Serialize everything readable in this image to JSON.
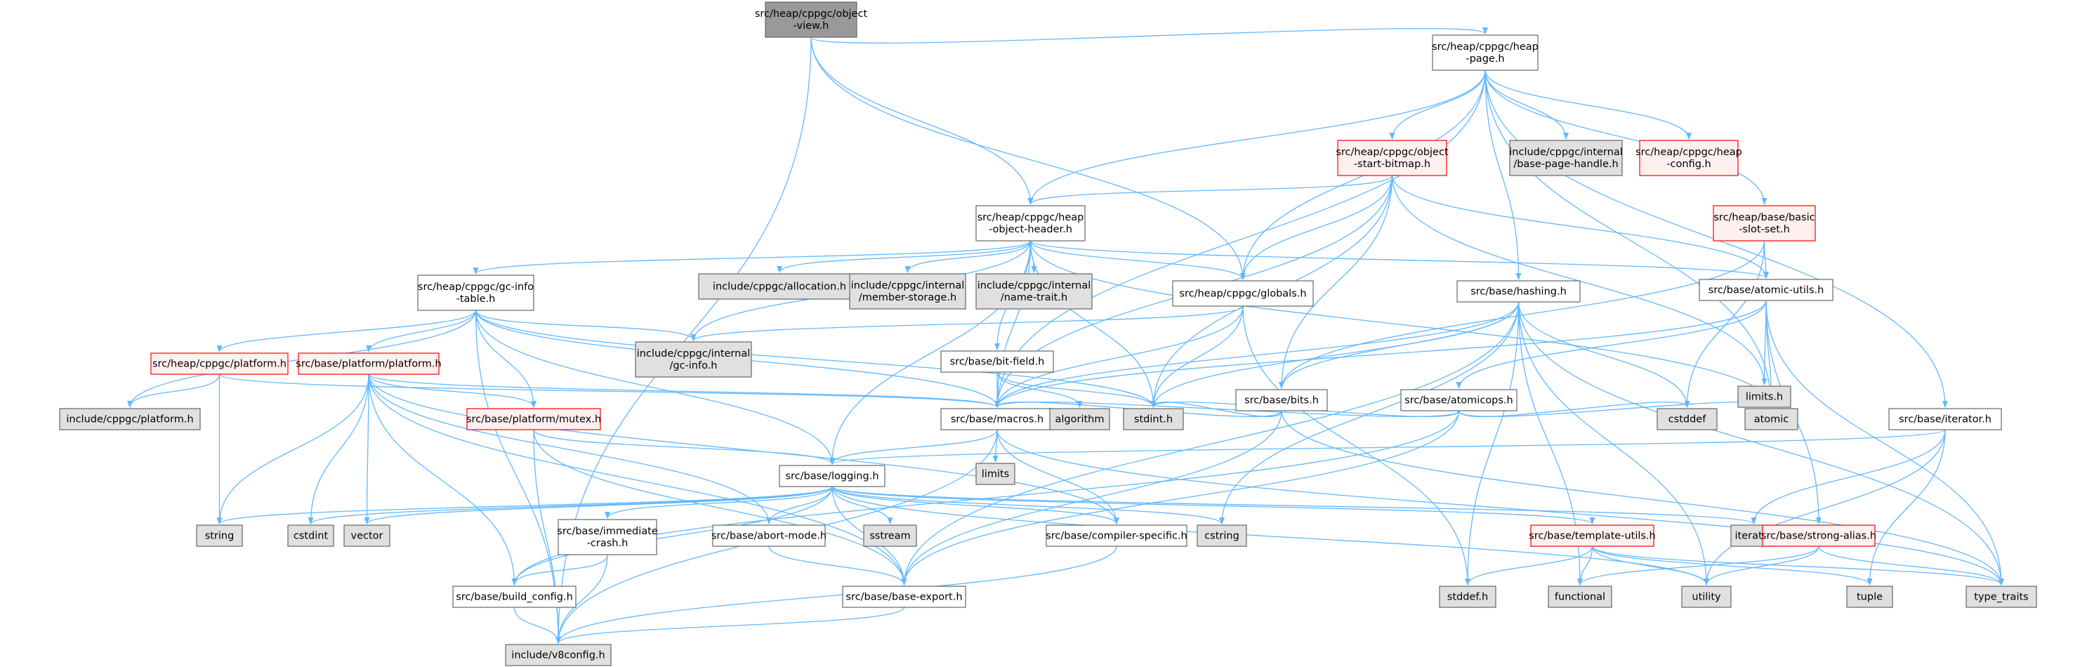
{
  "colors": {
    "edge": "#63b8ff",
    "edge_red": "#fa8072",
    "box_border": "#666666",
    "box_red_border": "#ff0000",
    "fill_root": "#999999",
    "fill_normal": "#ffffff",
    "fill_system": "#e0e0e0",
    "fill_red": "#fff0f0"
  },
  "nodes": [
    {
      "id": "object_view",
      "style": "root",
      "lines": [
        "src/heap/cppgc/object",
        "-view.h"
      ]
    },
    {
      "id": "heap_page",
      "style": "normal",
      "lines": [
        "src/heap/cppgc/heap",
        "-page.h"
      ]
    },
    {
      "id": "object_start_bitmap",
      "style": "red",
      "lines": [
        "src/heap/cppgc/object",
        "-start-bitmap.h"
      ]
    },
    {
      "id": "base_page_handle",
      "style": "system",
      "lines": [
        "include/cppgc/internal",
        "/base-page-handle.h"
      ]
    },
    {
      "id": "heap_config",
      "style": "red",
      "lines": [
        "src/heap/cppgc/heap",
        "-config.h"
      ]
    },
    {
      "id": "basic_slot_set",
      "style": "red",
      "lines": [
        "src/heap/base/basic",
        "-slot-set.h"
      ]
    },
    {
      "id": "heap_object_header",
      "style": "normal",
      "lines": [
        "src/heap/cppgc/heap",
        "-object-header.h"
      ]
    },
    {
      "id": "allocation",
      "style": "system",
      "lines": [
        "include/cppgc/allocation.h"
      ]
    },
    {
      "id": "member_storage",
      "style": "system",
      "lines": [
        "include/cppgc/internal",
        "/member-storage.h"
      ]
    },
    {
      "id": "name_trait",
      "style": "system",
      "lines": [
        "include/cppgc/internal",
        "/name-trait.h"
      ]
    },
    {
      "id": "gc_info_table",
      "style": "normal",
      "lines": [
        "src/heap/cppgc/gc-info",
        "-table.h"
      ]
    },
    {
      "id": "globals",
      "style": "normal",
      "lines": [
        "src/heap/cppgc/globals.h"
      ]
    },
    {
      "id": "hashing",
      "style": "normal",
      "lines": [
        "src/base/hashing.h"
      ]
    },
    {
      "id": "atomic_utils",
      "style": "normal",
      "lines": [
        "src/base/atomic-utils.h"
      ]
    },
    {
      "id": "cppgc_platform",
      "style": "red",
      "lines": [
        "src/heap/cppgc/platform.h"
      ]
    },
    {
      "id": "base_platform",
      "style": "red",
      "lines": [
        "src/base/platform/platform.h"
      ]
    },
    {
      "id": "gc_info",
      "style": "system",
      "lines": [
        "include/cppgc/internal",
        "/gc-info.h"
      ]
    },
    {
      "id": "bit_field",
      "style": "normal",
      "lines": [
        "src/base/bit-field.h"
      ]
    },
    {
      "id": "bits",
      "style": "normal",
      "lines": [
        "src/base/bits.h"
      ]
    },
    {
      "id": "atomicops",
      "style": "normal",
      "lines": [
        "src/base/atomicops.h"
      ]
    },
    {
      "id": "limits_h",
      "style": "system",
      "lines": [
        "limits.h"
      ]
    },
    {
      "id": "include_platform",
      "style": "system",
      "lines": [
        "include/cppgc/platform.h"
      ]
    },
    {
      "id": "mutex",
      "style": "red",
      "lines": [
        "src/base/platform/mutex.h"
      ]
    },
    {
      "id": "macros",
      "style": "normal",
      "lines": [
        "src/base/macros.h"
      ]
    },
    {
      "id": "algorithm",
      "style": "system",
      "lines": [
        "algorithm"
      ]
    },
    {
      "id": "stdint",
      "style": "system",
      "lines": [
        "stdint.h"
      ]
    },
    {
      "id": "cstddef",
      "style": "system",
      "lines": [
        "cstddef"
      ]
    },
    {
      "id": "atomic",
      "style": "system",
      "lines": [
        "atomic"
      ]
    },
    {
      "id": "iterator_h",
      "style": "normal",
      "lines": [
        "src/base/iterator.h"
      ]
    },
    {
      "id": "limits",
      "style": "system",
      "lines": [
        "limits"
      ]
    },
    {
      "id": "logging",
      "style": "normal",
      "lines": [
        "src/base/logging.h"
      ]
    },
    {
      "id": "string",
      "style": "system",
      "lines": [
        "string"
      ]
    },
    {
      "id": "cstdint",
      "style": "system",
      "lines": [
        "cstdint"
      ]
    },
    {
      "id": "vector",
      "style": "system",
      "lines": [
        "vector"
      ]
    },
    {
      "id": "immediate_crash",
      "style": "normal",
      "lines": [
        "src/base/immediate",
        "-crash.h"
      ]
    },
    {
      "id": "abort_mode",
      "style": "normal",
      "lines": [
        "src/base/abort-mode.h"
      ]
    },
    {
      "id": "sstream",
      "style": "system",
      "lines": [
        "sstream"
      ]
    },
    {
      "id": "compiler_specific",
      "style": "normal",
      "lines": [
        "src/base/compiler-specific.h"
      ]
    },
    {
      "id": "cstring",
      "style": "system",
      "lines": [
        "cstring"
      ]
    },
    {
      "id": "template_utils",
      "style": "red",
      "lines": [
        "src/base/template-utils.h"
      ]
    },
    {
      "id": "iterator",
      "style": "system",
      "lines": [
        "iterator"
      ]
    },
    {
      "id": "strong_alias",
      "style": "red",
      "lines": [
        "src/base/strong-alias.h"
      ]
    },
    {
      "id": "build_config",
      "style": "normal",
      "lines": [
        "src/base/build_config.h"
      ]
    },
    {
      "id": "base_export",
      "style": "normal",
      "lines": [
        "src/base/base-export.h"
      ]
    },
    {
      "id": "stddef",
      "style": "system",
      "lines": [
        "stddef.h"
      ]
    },
    {
      "id": "functional",
      "style": "system",
      "lines": [
        "functional"
      ]
    },
    {
      "id": "utility",
      "style": "system",
      "lines": [
        "utility"
      ]
    },
    {
      "id": "tuple",
      "style": "system",
      "lines": [
        "tuple"
      ]
    },
    {
      "id": "type_traits",
      "style": "system",
      "lines": [
        "type_traits"
      ]
    },
    {
      "id": "v8config",
      "style": "system",
      "lines": [
        "include/v8config.h"
      ]
    }
  ],
  "edges": [
    [
      "object_view",
      "heap_page"
    ],
    [
      "object_view",
      "heap_object_header"
    ],
    [
      "object_view",
      "globals"
    ],
    [
      "object_view",
      "v8config"
    ],
    [
      "heap_page",
      "heap_object_header"
    ],
    [
      "heap_page",
      "object_start_bitmap"
    ],
    [
      "heap_page",
      "base_page_handle"
    ],
    [
      "heap_page",
      "heap_config"
    ],
    [
      "heap_page",
      "basic_slot_set"
    ],
    [
      "heap_page",
      "globals"
    ],
    [
      "heap_page",
      "hashing"
    ],
    [
      "heap_page",
      "macros"
    ],
    [
      "heap_page",
      "atomic"
    ],
    [
      "heap_page",
      "iterator_h"
    ],
    [
      "object_start_bitmap",
      "heap_object_header"
    ],
    [
      "object_start_bitmap",
      "globals"
    ],
    [
      "object_start_bitmap",
      "atomic_utils"
    ],
    [
      "object_start_bitmap",
      "bits"
    ],
    [
      "object_start_bitmap",
      "macros"
    ],
    [
      "object_start_bitmap",
      "stdint"
    ],
    [
      "object_start_bitmap",
      "limits_h"
    ],
    [
      "basic_slot_set",
      "atomic_utils"
    ],
    [
      "basic_slot_set",
      "bits"
    ],
    [
      "basic_slot_set",
      "cstddef"
    ],
    [
      "heap_object_header",
      "allocation"
    ],
    [
      "heap_object_header",
      "member_storage"
    ],
    [
      "heap_object_header",
      "name_trait"
    ],
    [
      "heap_object_header",
      "gc_info_table"
    ],
    [
      "heap_object_header",
      "gc_info"
    ],
    [
      "heap_object_header",
      "globals"
    ],
    [
      "heap_object_header",
      "atomic_utils"
    ],
    [
      "heap_object_header",
      "bit_field"
    ],
    [
      "heap_object_header",
      "macros"
    ],
    [
      "heap_object_header",
      "logging"
    ],
    [
      "heap_object_header",
      "stdint"
    ],
    [
      "heap_object_header",
      "atomic"
    ],
    [
      "gc_info_table",
      "include_platform"
    ],
    [
      "gc_info_table",
      "cppgc_platform"
    ],
    [
      "gc_info_table",
      "base_platform"
    ],
    [
      "gc_info_table",
      "gc_info"
    ],
    [
      "gc_info_table",
      "mutex"
    ],
    [
      "gc_info_table",
      "macros"
    ],
    [
      "gc_info_table",
      "logging"
    ],
    [
      "gc_info_table",
      "stdint"
    ],
    [
      "gc_info_table",
      "v8config"
    ],
    [
      "cppgc_platform",
      "include_platform"
    ],
    [
      "cppgc_platform",
      "macros"
    ],
    [
      "cppgc_platform",
      "string"
    ],
    [
      "base_platform",
      "mutex"
    ],
    [
      "base_platform",
      "macros"
    ],
    [
      "base_platform",
      "string"
    ],
    [
      "base_platform",
      "cstdint"
    ],
    [
      "base_platform",
      "vector"
    ],
    [
      "base_platform",
      "abort_mode"
    ],
    [
      "base_platform",
      "base_export"
    ],
    [
      "base_platform",
      "build_config"
    ],
    [
      "base_platform",
      "compiler_specific"
    ],
    [
      "mutex",
      "logging"
    ],
    [
      "mutex",
      "base_export"
    ],
    [
      "mutex",
      "v8config"
    ],
    [
      "globals",
      "gc_info"
    ],
    [
      "globals",
      "stdint"
    ],
    [
      "globals",
      "stddef"
    ],
    [
      "globals",
      "macros"
    ],
    [
      "hashing",
      "bits"
    ],
    [
      "hashing",
      "macros"
    ],
    [
      "hashing",
      "stdint"
    ],
    [
      "hashing",
      "cstddef"
    ],
    [
      "hashing",
      "cstring"
    ],
    [
      "hashing",
      "functional"
    ],
    [
      "hashing",
      "stddef"
    ],
    [
      "hashing",
      "type_traits"
    ],
    [
      "hashing",
      "utility"
    ],
    [
      "hashing",
      "base_export"
    ],
    [
      "atomic_utils",
      "atomicops"
    ],
    [
      "atomic_utils",
      "limits_h"
    ],
    [
      "atomic_utils",
      "atomic"
    ],
    [
      "atomic_utils",
      "strong_alias"
    ],
    [
      "atomic_utils",
      "macros"
    ],
    [
      "atomic_utils",
      "type_traits"
    ],
    [
      "bit_field",
      "macros"
    ],
    [
      "bit_field",
      "algorithm"
    ],
    [
      "bit_field",
      "stdint"
    ],
    [
      "bits",
      "macros"
    ],
    [
      "bits",
      "stdint"
    ],
    [
      "bits",
      "type_traits"
    ],
    [
      "bits",
      "base_export"
    ],
    [
      "atomicops",
      "macros"
    ],
    [
      "atomicops",
      "stdint"
    ],
    [
      "atomicops",
      "cstddef"
    ],
    [
      "atomicops",
      "atomic"
    ],
    [
      "atomicops",
      "build_config"
    ],
    [
      "atomicops",
      "base_export"
    ],
    [
      "iterator_h",
      "logging"
    ],
    [
      "iterator_h",
      "iterator"
    ],
    [
      "iterator_h",
      "tuple"
    ],
    [
      "iterator_h",
      "utility"
    ],
    [
      "macros",
      "limits"
    ],
    [
      "macros",
      "logging"
    ],
    [
      "macros",
      "compiler_specific"
    ],
    [
      "macros",
      "v8config"
    ],
    [
      "macros",
      "type_traits"
    ],
    [
      "logging",
      "string"
    ],
    [
      "logging",
      "cstdint"
    ],
    [
      "logging",
      "vector"
    ],
    [
      "logging",
      "immediate_crash"
    ],
    [
      "logging",
      "abort_mode"
    ],
    [
      "logging",
      "sstream"
    ],
    [
      "logging",
      "compiler_specific"
    ],
    [
      "logging",
      "cstring"
    ],
    [
      "logging",
      "template_utils"
    ],
    [
      "logging",
      "iterator"
    ],
    [
      "logging",
      "build_config"
    ],
    [
      "logging",
      "base_export"
    ],
    [
      "logging",
      "utility"
    ],
    [
      "immediate_crash",
      "build_config"
    ],
    [
      "immediate_crash",
      "v8config"
    ],
    [
      "abort_mode",
      "base_export"
    ],
    [
      "compiler_specific",
      "v8config"
    ],
    [
      "template_utils",
      "functional"
    ],
    [
      "template_utils",
      "utility"
    ],
    [
      "template_utils",
      "tuple"
    ],
    [
      "template_utils",
      "type_traits"
    ],
    [
      "template_utils",
      "stddef"
    ],
    [
      "strong_alias",
      "functional"
    ],
    [
      "strong_alias",
      "type_traits"
    ],
    [
      "strong_alias",
      "utility"
    ],
    [
      "build_config",
      "v8config"
    ],
    [
      "base_export",
      "v8config"
    ]
  ]
}
